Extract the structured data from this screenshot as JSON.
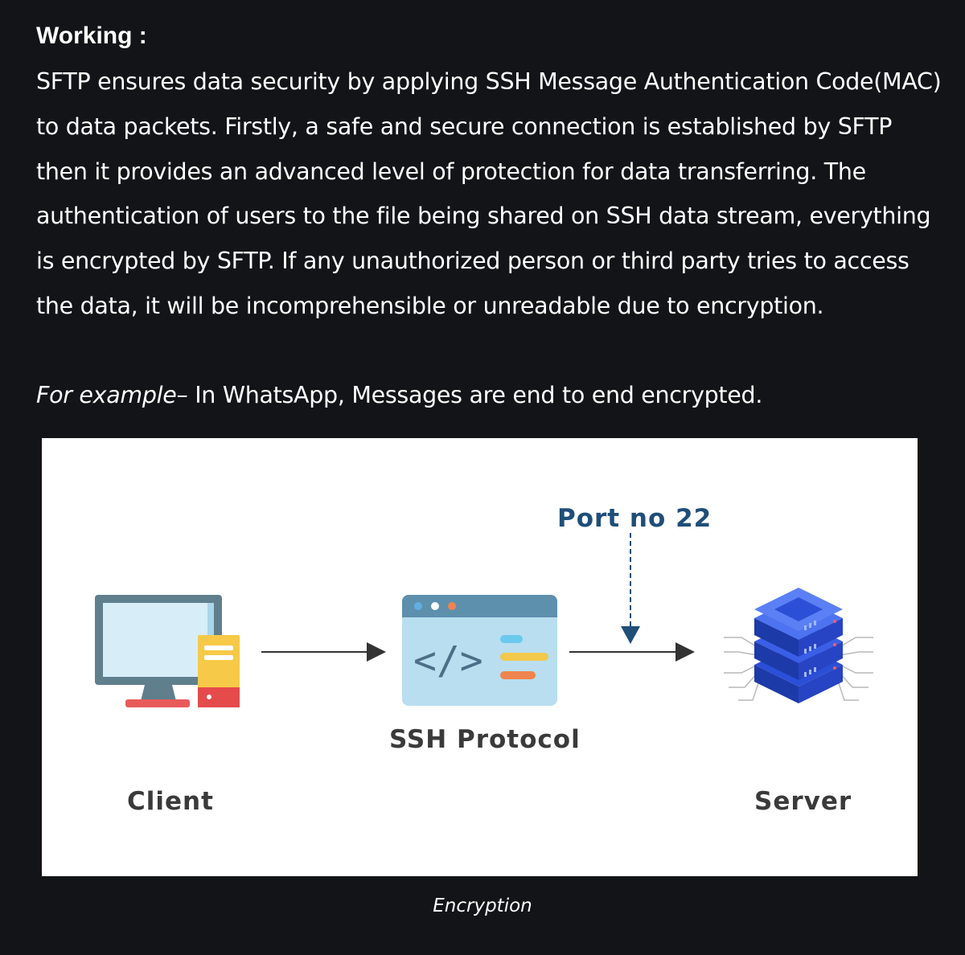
{
  "heading": "Working :",
  "paragraph": "SFTP ensures data security by applying SSH Message Authentication Code(MAC) to data packets. Firstly, a safe and secure connection is established by SFTP then it provides an advanced level of protection for data transferring. The authentication of users to the file being shared on SSH data stream, everything is encrypted by SFTP. If any unauthorized person or third party tries to access the data, it will be incomprehensible or unreadable due to encryption.",
  "example": {
    "label": "For example–",
    "text": " In WhatsApp, Messages are end to end encrypted."
  },
  "diagram": {
    "client_label": "Client",
    "protocol_label": "SSH Protocol",
    "server_label": "Server",
    "port_label": "Port no 22",
    "code_glyph": "</>"
  },
  "caption": "Encryption"
}
